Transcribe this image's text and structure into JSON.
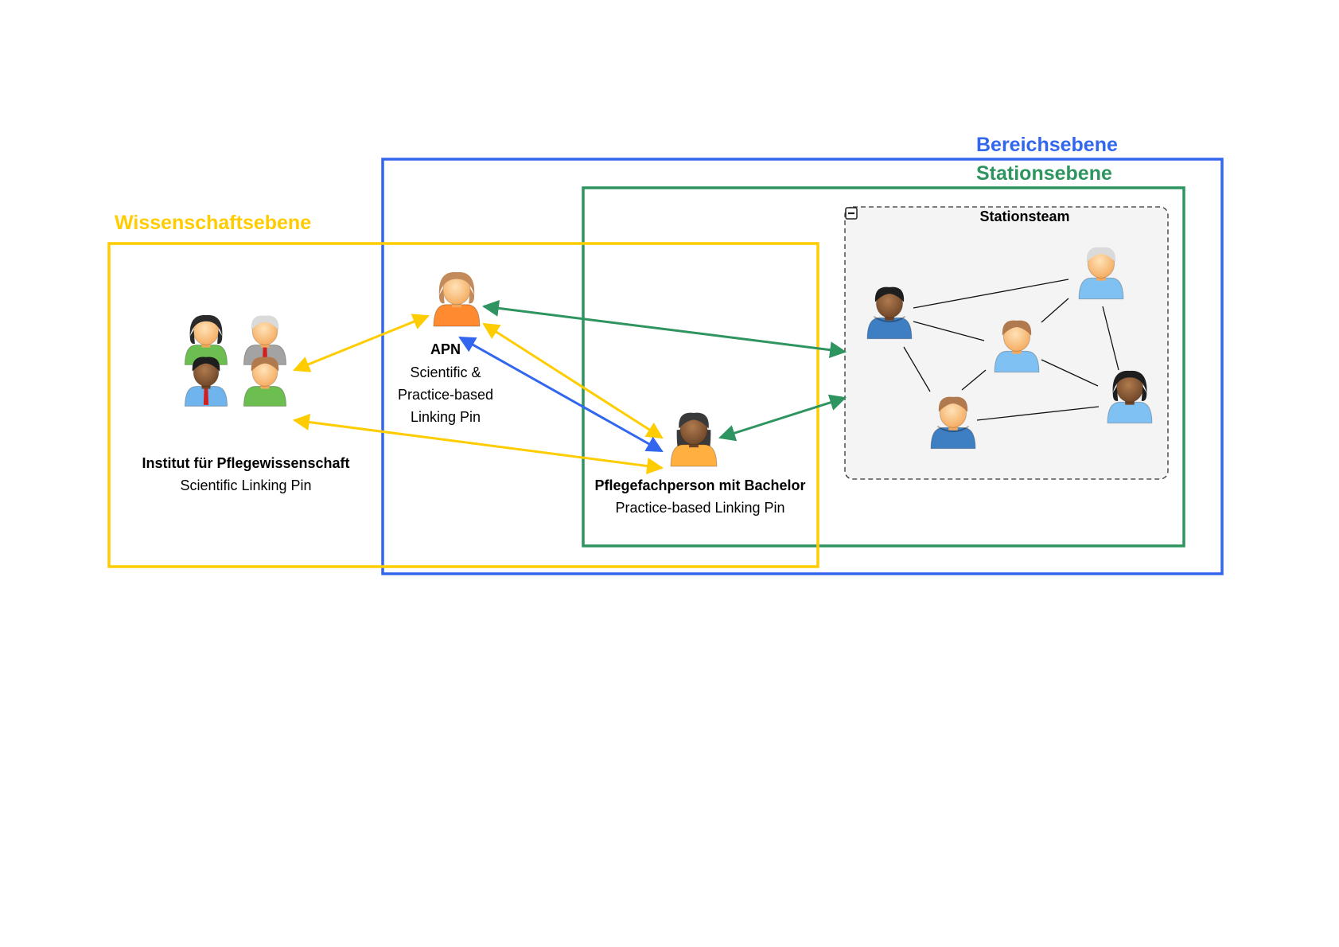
{
  "colors": {
    "wissenschaft": "#FFCC00",
    "bereich": "#3366EE",
    "station": "#2E9460",
    "stationsteam_bg": "#F4F4F4"
  },
  "levels": {
    "wissenschaft": "Wissenschaftsebene",
    "bereich": "Bereichsebene",
    "station": "Stationsebene"
  },
  "stationsteam": {
    "title": "Stationsteam",
    "collapse_icon": "minus-box-icon"
  },
  "institut": {
    "name": "Institut für Pflegewissenschaft",
    "role": "Scientific Linking Pin"
  },
  "apn": {
    "name": "APN",
    "role_line1": "Scientific &",
    "role_line2": "Practice-based",
    "role_line3": "Linking Pin"
  },
  "pflegefachperson": {
    "name": "Pflegefachperson mit Bachelor",
    "role": "Practice-based Linking Pin"
  }
}
